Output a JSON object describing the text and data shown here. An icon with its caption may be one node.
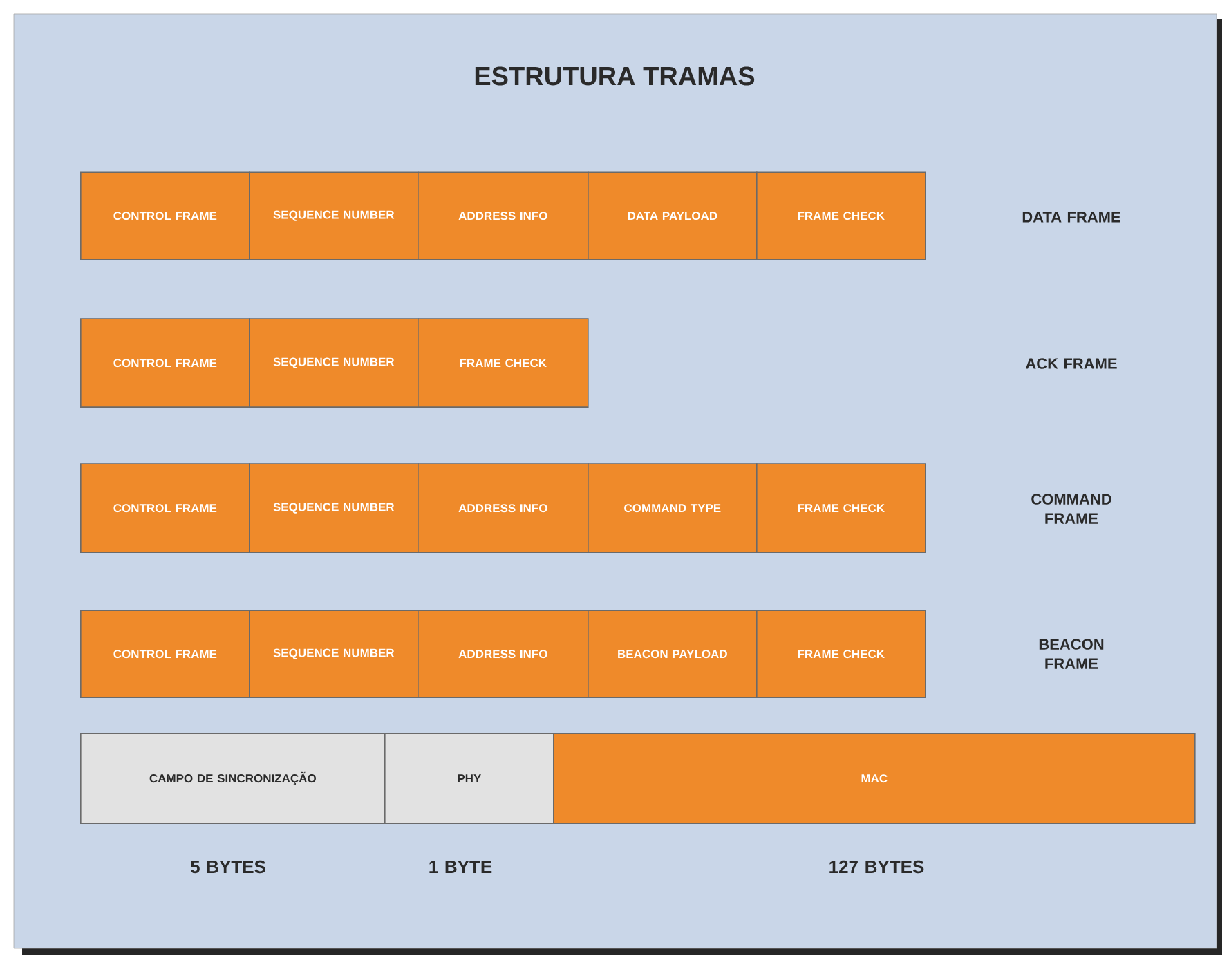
{
  "diagram": {
    "title": "ESTRUTURA TRAMAS",
    "nodes": [
      {
        "text": [
          "CONTROL FRAME"
        ]
      },
      {
        "text": [
          "SEQUENCE NUMBER"
        ]
      },
      {
        "text": [
          "ADDRESS INFO"
        ]
      },
      {
        "text": [
          "DATA PAYLOAD"
        ]
      },
      {
        "text": [
          "FRAME CHECK"
        ]
      },
      {
        "text": [
          "CONTROL FRAME"
        ]
      },
      {
        "text": [
          "SEQUENCE NUMBER"
        ]
      },
      {
        "text": [
          "FRAME CHECK"
        ]
      },
      {
        "text": [
          "CONTROL FRAME"
        ]
      },
      {
        "text": [
          "SEQUENCE NUMBER"
        ]
      },
      {
        "text": [
          "ADDRESS INFO"
        ]
      },
      {
        "text": [
          "COMMAND TYPE"
        ]
      },
      {
        "text": [
          "FRAME CHECK"
        ]
      },
      {
        "text": [
          "CONTROL FRAME"
        ]
      },
      {
        "text": [
          "SEQUENCE NUMBER"
        ]
      },
      {
        "text": [
          "ADDRESS INFO"
        ]
      },
      {
        "text": [
          "BEACON PAYLOAD"
        ]
      },
      {
        "text": [
          "FRAME CHECK"
        ]
      },
      {
        "text": [
          "CAMPO DE SINCRONIZAÇÃO"
        ]
      },
      {
        "text": [
          "PHY"
        ]
      },
      {
        "text": [
          "MAC"
        ]
      }
    ],
    "labels": [
      "DATA FRAME",
      "ACK FRAME",
      "COMMAND FRAME",
      "BEACON FRAME",
      "5 BYTES",
      "1 BYTE",
      "127 BYTES"
    ]
  }
}
